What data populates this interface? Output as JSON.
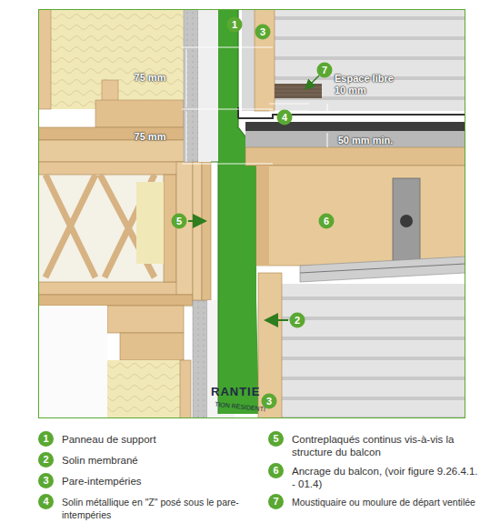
{
  "diagram": {
    "labels": [
      "1",
      "3",
      "7",
      "75 mm",
      "Espace libre 10 mm",
      "4",
      "75 mm",
      "50 mm min.",
      "5",
      "6",
      "2",
      "3",
      "RANTIE",
      "TION RESIDENTI",
      "1",
      "2",
      "3",
      "4",
      "5",
      "6",
      "7"
    ],
    "legend": [
      {
        "text": "Panneau de support",
        "color": "#5aa832"
      },
      {
        "text": "Solin membrané",
        "color": "#5aa832"
      },
      {
        "text": "Pare-intempéries",
        "color": "#5aa832"
      },
      {
        "text": "Solin métallique en \"Z\" posé sous le pare-intempéries",
        "color": "#5aa832"
      },
      {
        "text": "Contreplaqués continus vis-à-vis la structure du balcon",
        "color": "#5aa832"
      },
      {
        "text": "Ancrage du balcon, (voir figure 9.26.4.1. - 01.4)",
        "color": "#5aa832"
      },
      {
        "text": "Moustiquaire ou moulure de départ ventilée",
        "color": "#5aa832"
      }
    ]
  }
}
